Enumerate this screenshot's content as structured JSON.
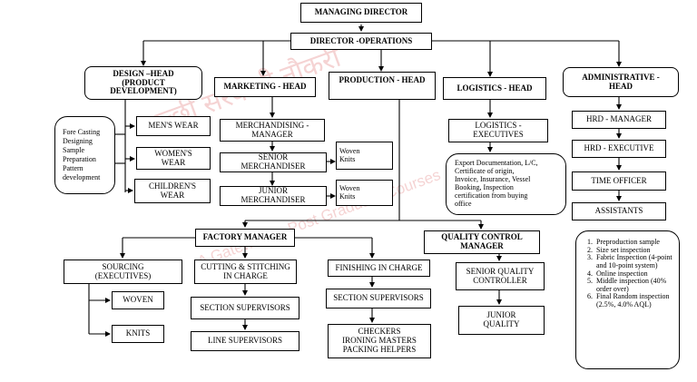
{
  "nodes": {
    "md": "MANAGING DIRECTOR",
    "dir_ops": "DIRECTOR -OPERATIONS",
    "design_head": "DESIGN –HEAD\n(PRODUCT\nDEVELOPMENT)",
    "marketing_head": "MARKETING - HEAD",
    "production_head": "PRODUCTION - HEAD",
    "logistics_head": "LOGISTICS - HEAD",
    "admin_head": "ADMINISTRATIVE -\nHEAD",
    "design_tasks": "Fore Casting\nDesigning\nSample\nPreparation\nPattern\ndevelopment",
    "mens_wear": "MEN'S WEAR",
    "womens_wear": "WOMEN'S\nWEAR",
    "childrens_wear": "CHILDREN'S\nWEAR",
    "merch_manager": "MERCHANDISING -\nMANAGER",
    "senior_merch": "SENIOR\nMERCHANDISER",
    "junior_merch": "JUNIOR\nMERCHANDISER",
    "woven_knits_1": "Woven\nKnits",
    "woven_knits_2": "Woven\nKnits",
    "logistics_exec": "LOGISTICS -\nEXECUTIVES",
    "export_docs": "Export Documentation, L/C,\nCertificate of origin,\nInvoice, Insurance, Vessel\nBooking, Inspection\ncertification from buying\noffice",
    "hrd_manager": "HRD - MANAGER",
    "hrd_exec": "HRD - EXECUTIVE",
    "time_officer": "TIME OFFICER",
    "assistants": "ASSISTANTS",
    "factory_manager": "FACTORY MANAGER",
    "qc_manager": "QUALITY CONTROL\nMANAGER",
    "sourcing": "SOURCING\n(EXECUTIVES)",
    "woven": "WOVEN",
    "knits": "KNITS",
    "cutting": "CUTTING & STITCHING\nIN CHARGE",
    "section_sup_1": "SECTION SUPERVISORS",
    "line_sup": "LINE SUPERVISORS",
    "finishing": "FINISHING IN CHARGE",
    "section_sup_2": "SECTION SUPERVISORS",
    "checkers": "CHECKERS\nIRONING MASTERS\nPACKING HELPERS",
    "senior_qc": "SENIOR QUALITY\nCONTROLLER",
    "junior_quality": "JUNIOR\nQUALITY"
  },
  "inspection_list": [
    "Preproduction sample",
    "Size set inspection",
    "Fabric Inspection (4-point and 10-point system)",
    "Online inspection",
    "Middle inspection (40% order over)",
    "Final Random inspection (2.5%, 4.0% AQL)"
  ],
  "watermark": {
    "line1": "अच्छी सरकारी नौकरी",
    "line2": "A Gateway to Post Graduate Courses"
  }
}
